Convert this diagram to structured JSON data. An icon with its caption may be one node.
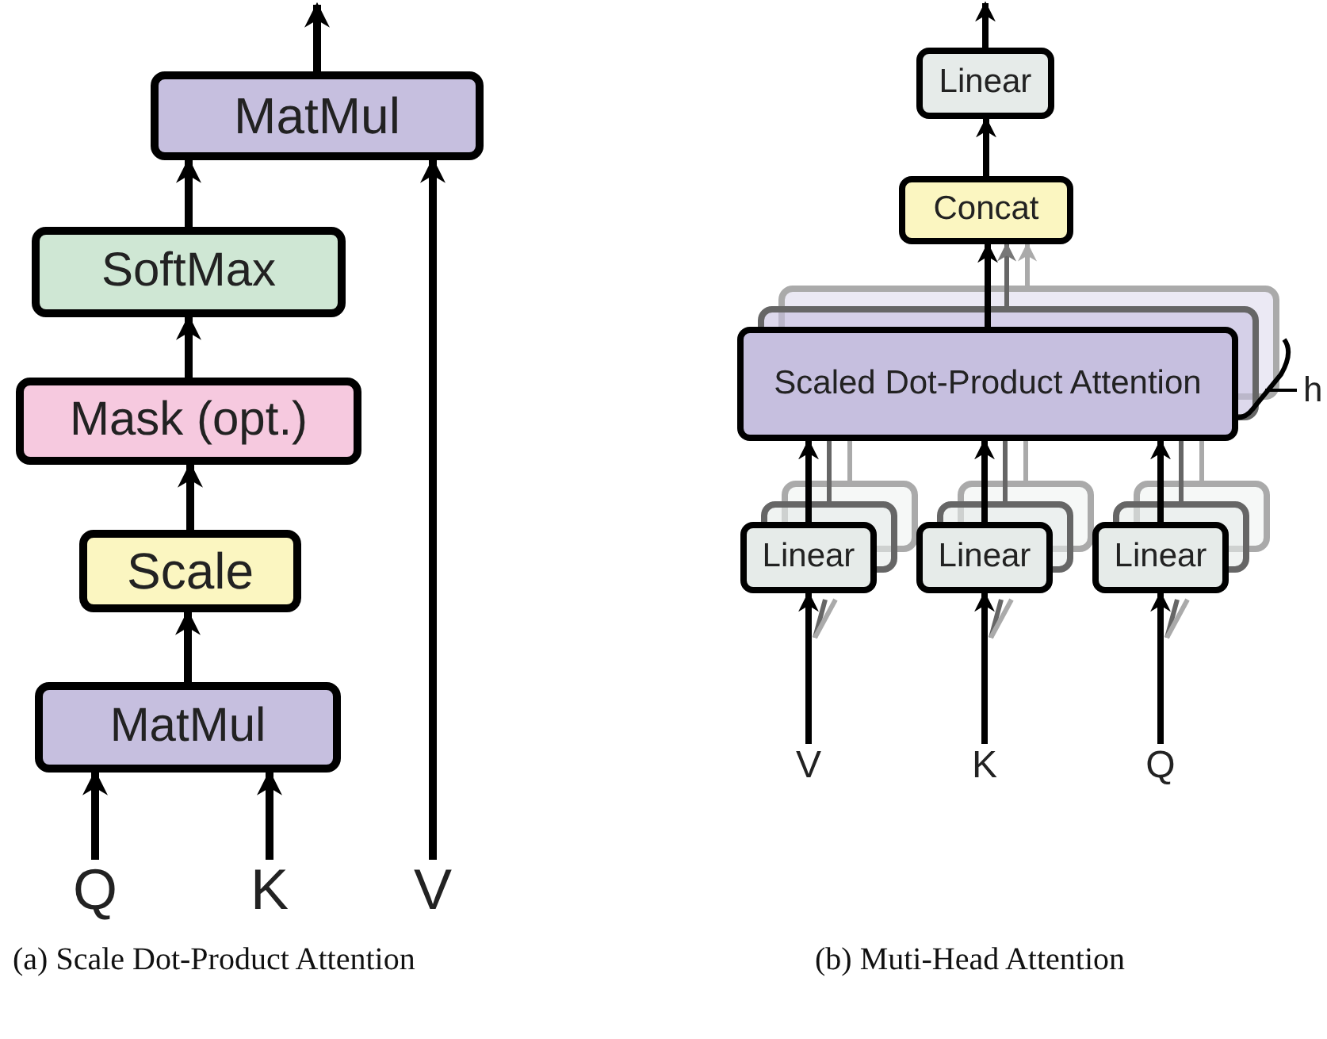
{
  "diagram": {
    "nodes": [
      {
        "text": [
          "MatMul"
        ]
      },
      {
        "text": [
          "SoftMax"
        ]
      },
      {
        "text": [
          "Mask (opt.)"
        ]
      },
      {
        "text": [
          "Scale"
        ]
      },
      {
        "text": [
          "MatMul"
        ]
      },
      {
        "text": [
          "Q"
        ]
      },
      {
        "text": [
          "K"
        ]
      },
      {
        "text": [
          "V"
        ]
      },
      {
        "text": [
          "Linear"
        ]
      },
      {
        "text": [
          "Concat"
        ]
      },
      {
        "text": [
          "Scaled Dot-Product Attention"
        ]
      },
      {
        "text": [
          "Linear"
        ]
      },
      {
        "text": [
          "Linear"
        ]
      },
      {
        "text": [
          "Linear"
        ]
      },
      {
        "text": [
          "V"
        ]
      },
      {
        "text": [
          "K"
        ]
      },
      {
        "text": [
          "Q"
        ]
      }
    ],
    "edges": [
      {
        "from": 0,
        "to": null,
        "arrow": "to"
      },
      {
        "from": 1,
        "to": 0,
        "arrow": "to"
      },
      {
        "from": 2,
        "to": 1,
        "arrow": "to"
      },
      {
        "from": 3,
        "to": 2,
        "arrow": "to"
      },
      {
        "from": 4,
        "to": 3,
        "arrow": "to"
      },
      {
        "from": 5,
        "to": 4,
        "arrow": "to"
      },
      {
        "from": 6,
        "to": 4,
        "arrow": "to"
      },
      {
        "from": 7,
        "to": 0,
        "arrow": "to"
      },
      {
        "from": 8,
        "to": null,
        "arrow": "to"
      },
      {
        "from": 9,
        "to": 8,
        "arrow": "to"
      },
      {
        "from": 10,
        "to": 9,
        "arrow": "to"
      },
      {
        "from": 11,
        "to": 10,
        "arrow": "to"
      },
      {
        "from": 12,
        "to": 10,
        "arrow": "to"
      },
      {
        "from": 13,
        "to": 10,
        "arrow": "to"
      },
      {
        "from": 14,
        "to": 11,
        "arrow": "to"
      },
      {
        "from": 15,
        "to": 12,
        "arrow": "to"
      },
      {
        "from": 16,
        "to": 13,
        "arrow": "to"
      }
    ],
    "labels": [
      "h",
      "(a) Scale Dot-Product Attention",
      "(b) Muti-Head Attention"
    ]
  }
}
